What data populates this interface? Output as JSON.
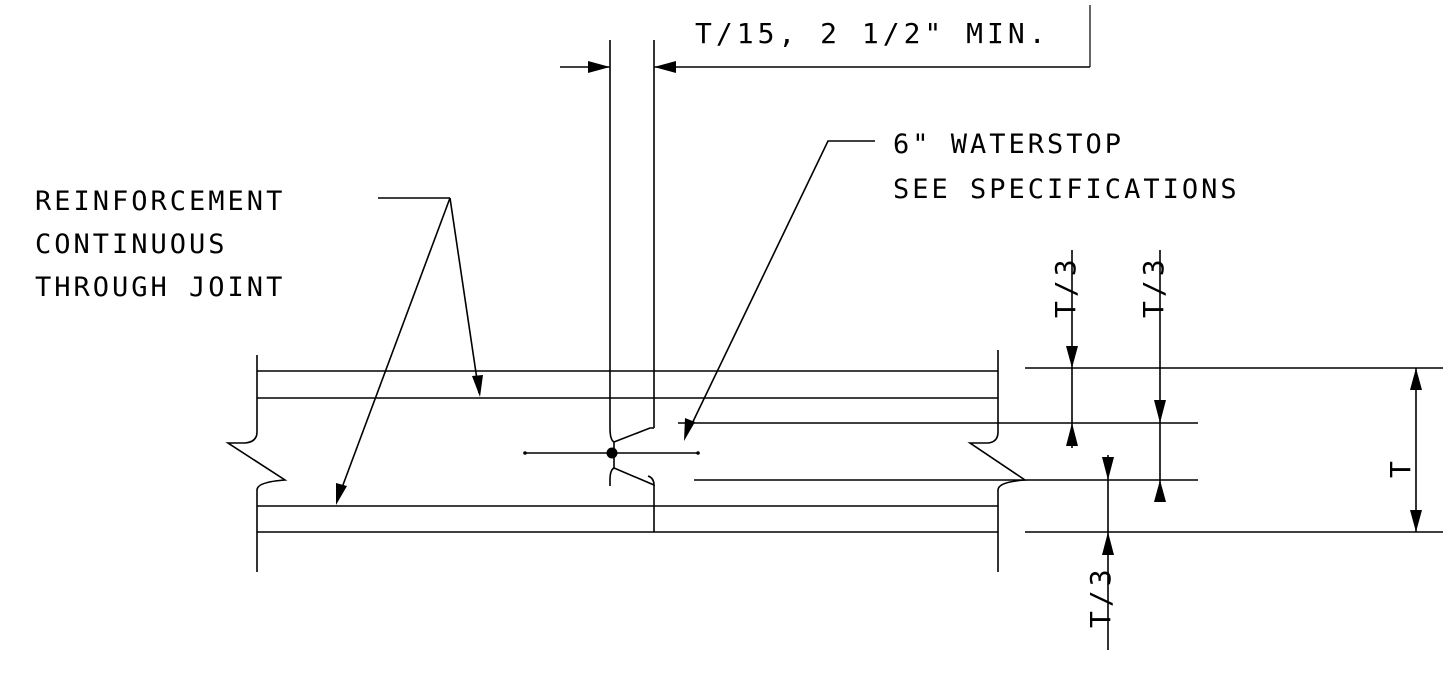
{
  "labels": {
    "joint_width": "T/15, 2 1/2\" MIN.",
    "waterstop_line1": "6\" WATERSTOP",
    "waterstop_line2": "SEE SPECIFICATIONS",
    "reinforcement_line1": "REINFORCEMENT",
    "reinforcement_line2": "CONTINUOUS",
    "reinforcement_line3": "THROUGH JOINT",
    "dim_top_left": "T/3",
    "dim_top_right": "T/3",
    "dim_bottom": "T/3",
    "dim_thickness": "T"
  },
  "colors": {
    "ink": "#000000",
    "paper": "#ffffff"
  }
}
